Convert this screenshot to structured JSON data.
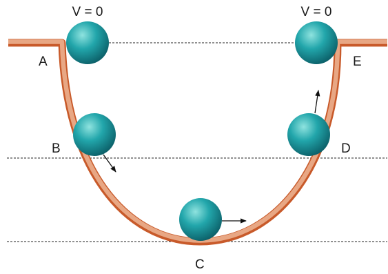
{
  "labels": {
    "A": "A",
    "B": "B",
    "C": "C",
    "D": "D",
    "E": "E",
    "v_left": "V = 0",
    "v_right": "V = 0"
  },
  "colors": {
    "track_outer": "#c85a2a",
    "track_inner": "#e8a784",
    "ball_light": "#7fdcd8",
    "ball_mid": "#1fa0a6",
    "ball_dark": "#0a5d66",
    "reference_line": "#222222",
    "arrow": "#111111"
  }
}
